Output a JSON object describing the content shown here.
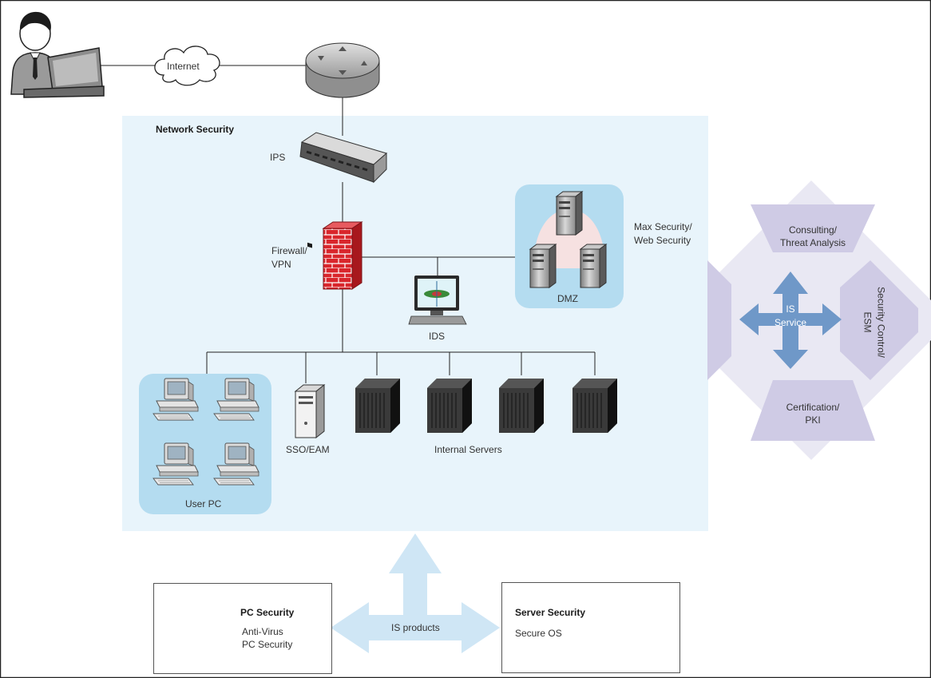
{
  "labels": {
    "internet": "Internet",
    "network_security": "Network Security",
    "ips": "IPS",
    "firewall_line1": "Firewall/",
    "firewall_line2": "VPN",
    "max_security_line1": "Max Security/",
    "max_security_line2": "Web Security",
    "dmz": "DMZ",
    "ids": "IDS",
    "sso_eam": "SSO/EAM",
    "internal_servers": "Internal Servers",
    "user_pc": "User PC",
    "is_products": "IS products"
  },
  "is_service": {
    "center_line1": "IS",
    "center_line2": "Service",
    "consulting_line1": "Consulting/",
    "consulting_line2": "Threat Analysis",
    "security_control_line1": "Security Control/",
    "security_control_line2": "ESM",
    "certification_line1": "Certification/",
    "certification_line2": "PKI"
  },
  "pc_security": {
    "title": "PC Security",
    "line1": "Anti-Virus",
    "line2": "PC Security"
  },
  "server_security": {
    "title": "Server Security",
    "line1": "Secure OS"
  },
  "colors": {
    "network_zone": "#e8f4fb",
    "sub_zone": "#b4dcf0",
    "arrow_fill": "#cfe6f5",
    "diamond_light": "#e9e8f3",
    "diamond_mid": "#cfcbe5",
    "center_arrows": "#6f98c8",
    "firewall_red": "#d9262c",
    "prohibition_red": "#d23a3a"
  },
  "icons": [
    "user-laptop-icon",
    "cloud-icon",
    "router-icon",
    "switch-icon",
    "firewall-icon",
    "server-tower-icon",
    "monitor-icon",
    "desktop-pc-icon",
    "rack-server-icon",
    "prohibition-icon",
    "alarm-server-icon"
  ]
}
